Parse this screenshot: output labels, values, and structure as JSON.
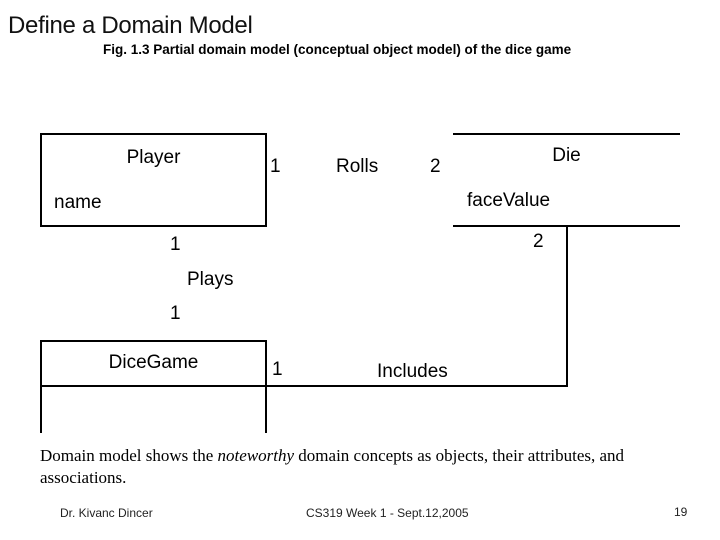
{
  "slide": {
    "title": "Define a Domain Model",
    "subtitle": "Fig. 1.3 Partial domain model (conceptual object model) of the dice game"
  },
  "diagram": {
    "classes": {
      "player": {
        "name": "Player",
        "attribute": "name"
      },
      "die": {
        "name": "Die",
        "attribute": "faceValue"
      },
      "dicegame": {
        "name": "DiceGame"
      }
    },
    "associations": {
      "rolls": {
        "label": "Rolls",
        "player_multiplicity": "1",
        "die_multiplicity": "2"
      },
      "plays": {
        "label": "Plays",
        "player_multiplicity": "1",
        "dicegame_multiplicity": "1"
      },
      "includes": {
        "label": "Includes",
        "dicegame_multiplicity": "1",
        "die_multiplicity": "2"
      }
    }
  },
  "body": {
    "part1": "Domain model shows the ",
    "italic_word": "noteworthy",
    "part2": " domain concepts as objects, their attributes, and associations."
  },
  "footer": {
    "author": "Dr. Kivanc Dincer",
    "course": "CS319 Week 1 - Sept.12,2005",
    "page": "19"
  },
  "colors": {
    "background": "#ffffff",
    "stroke": "#000000",
    "text": "#000000"
  }
}
